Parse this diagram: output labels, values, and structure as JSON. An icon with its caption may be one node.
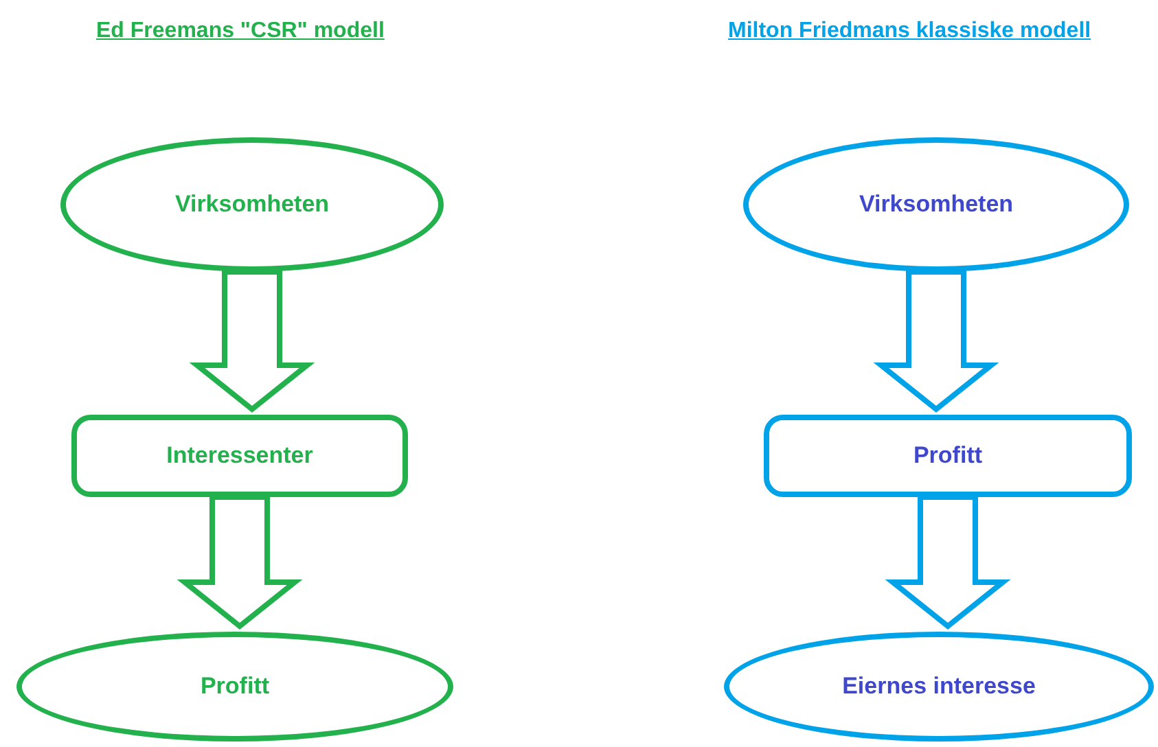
{
  "diagram": {
    "nodes": [
      {
        "text": [
          "Virksomheten"
        ]
      },
      {
        "text": [
          "Interessenter"
        ]
      },
      {
        "text": [
          "Profitt"
        ]
      },
      {
        "text": [
          "Virksomheten"
        ]
      },
      {
        "text": [
          "Profitt"
        ]
      },
      {
        "text": [
          "Eiernes interesse"
        ]
      }
    ],
    "edges": [
      {
        "from": 0,
        "to": 1,
        "arrow": "to",
        "color": "#22b14c"
      },
      {
        "from": 1,
        "to": 2,
        "arrow": "to",
        "color": "#22b14c"
      },
      {
        "from": 3,
        "to": 4,
        "arrow": "to",
        "color": "#00a2e8"
      },
      {
        "from": 4,
        "to": 5,
        "arrow": "to",
        "color": "#00a2e8"
      }
    ],
    "labels": [
      "Ed Freemans \"CSR\" modell",
      "Milton Friedmans klassiske modell"
    ]
  }
}
